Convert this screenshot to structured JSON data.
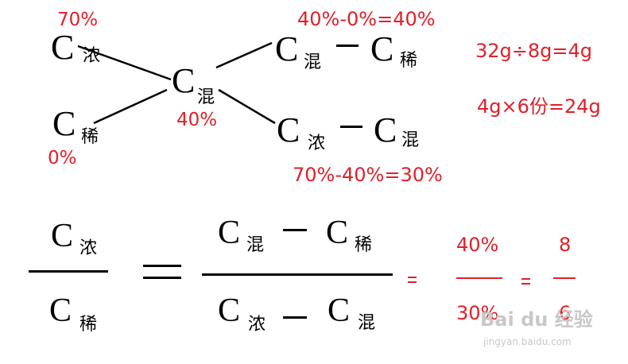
{
  "symbols": {
    "c": "C",
    "nong": "浓",
    "xi": "稀",
    "hun": "混",
    "minus": "—"
  },
  "annotations": {
    "c_nong_pct": "70%",
    "c_xi_pct": "0%",
    "c_hun_pct": "40%",
    "top_diff": "40%-0%=40%",
    "bottom_diff": "70%-40%=30%",
    "calc_1": "32g÷8g=4g",
    "calc_2": "4g×6份=24g"
  },
  "formula": {
    "equals_big": "=",
    "equals_small": "=",
    "frac1_num": "40%",
    "frac1_den": "30%",
    "frac2_num": "8",
    "frac2_den": "6"
  },
  "watermark": {
    "brand": "Bai du 经验",
    "url": "jingyan.baidu.com"
  }
}
